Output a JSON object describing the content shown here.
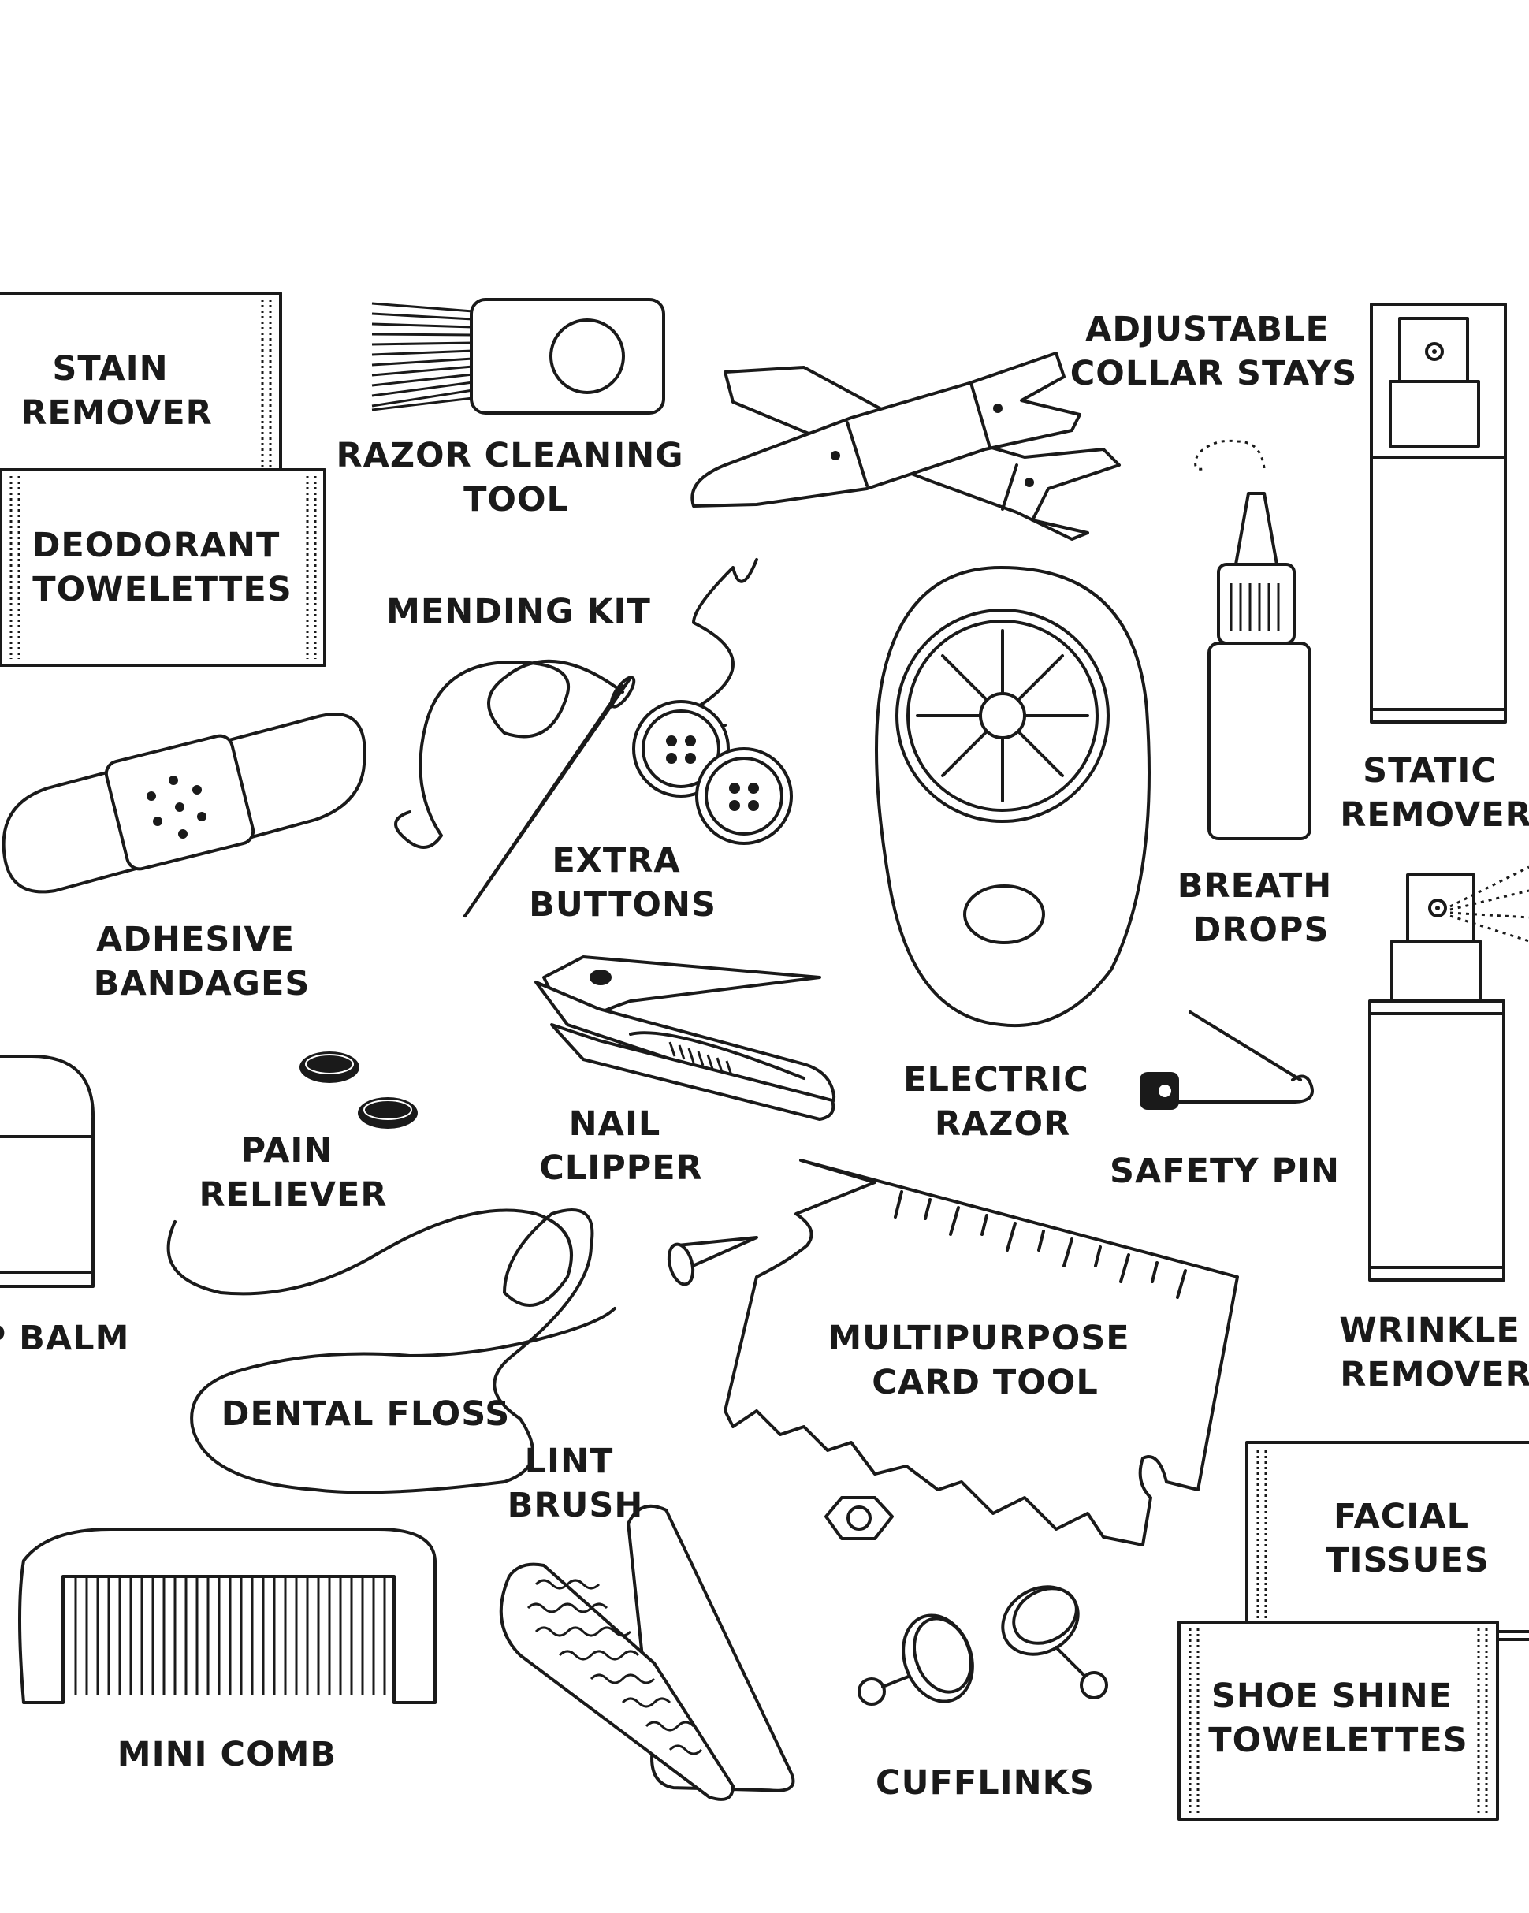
{
  "items": {
    "stain_remover": [
      "STAIN",
      "REMOVER"
    ],
    "deodorant_towelettes": [
      "DEODORANT",
      "TOWELETTES"
    ],
    "razor_cleaning_tool": [
      "RAZOR CLEANING",
      "TOOL"
    ],
    "adjustable_collar_stays": [
      "ADJUSTABLE",
      "COLLAR STAYS"
    ],
    "mending_kit": [
      "MENDING KIT"
    ],
    "adhesive_bandages": [
      "ADHESIVE",
      "BANDAGES"
    ],
    "extra_buttons": [
      "EXTRA",
      "BUTTONS"
    ],
    "breath_drops": [
      "BREATH",
      "DROPS"
    ],
    "static_remover": [
      "STATIC",
      "REMOVER"
    ],
    "electric_razor": [
      "ELECTRIC",
      "RAZOR"
    ],
    "safety_pin": [
      "SAFETY PIN"
    ],
    "nail_clipper": [
      "NAIL",
      "CLIPPER"
    ],
    "pain_reliever": [
      "PAIN",
      "RELIEVER"
    ],
    "lip_balm": [
      "P BALM"
    ],
    "wrinkle_remover": [
      "WRINKLE",
      "REMOVER"
    ],
    "multipurpose_card_tool": [
      "MULTIPURPOSE",
      "CARD TOOL"
    ],
    "dental_floss": [
      "DENTAL FLOSS"
    ],
    "lint_brush": [
      "LINT",
      "BRUSH"
    ],
    "facial_tissues": [
      "FACIAL",
      "TISSUES"
    ],
    "shoe_shine_towelettes": [
      "SHOE SHINE",
      "TOWELETTES"
    ],
    "mini_comb": [
      "MINI COMB"
    ],
    "cufflinks": [
      "CUFFLINKS"
    ]
  },
  "icons": [
    "stain-remover-packet-icon",
    "deodorant-towelettes-packet-icon",
    "razor-cleaning-brush-icon",
    "collar-stays-icon",
    "needle-thread-icon",
    "buttons-icon",
    "bandage-icon",
    "electric-razor-icon",
    "breath-drops-bottle-icon",
    "static-spray-bottle-icon",
    "wrinkle-spray-bottle-icon",
    "nail-clipper-icon",
    "safety-pin-icon",
    "pills-icon",
    "lip-balm-icon",
    "multitool-card-icon",
    "floss-icon",
    "lint-brush-icon",
    "comb-icon",
    "cufflinks-icon",
    "tissue-box-icon",
    "shoe-shine-packet-icon"
  ],
  "colors": {
    "ink": "#1a1a1a",
    "background": "#ffffff"
  }
}
